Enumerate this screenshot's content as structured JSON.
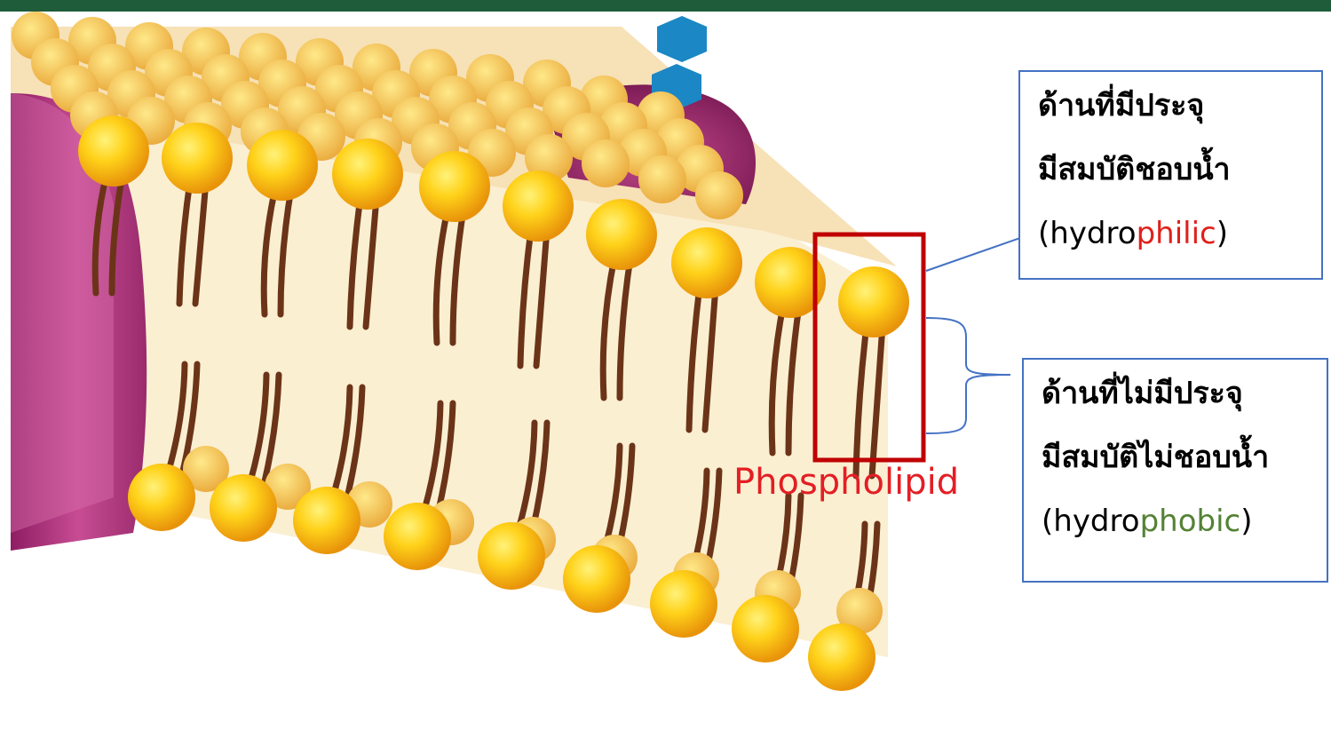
{
  "colors": {
    "frame": "#c00000",
    "box_border": "#4472c4",
    "philic": "#e0201b",
    "phobic": "#548235",
    "phospholipid_label": "#e31e24"
  },
  "hydrophilic_box": {
    "line1": "ด้านที่มีประจุ",
    "line2": "มีสมบัติชอบน้ำ",
    "term_open": "(hydro",
    "term_highlight": "philic",
    "term_close": ")"
  },
  "hydrophobic_box": {
    "line1": "ด้านที่ไม่มีประจุ",
    "line2": "มีสมบัติไม่ชอบน้ำ",
    "term_open": "(hydro",
    "term_highlight": "phobic",
    "term_close": ")"
  },
  "phospholipid_label": "Phospholipid"
}
